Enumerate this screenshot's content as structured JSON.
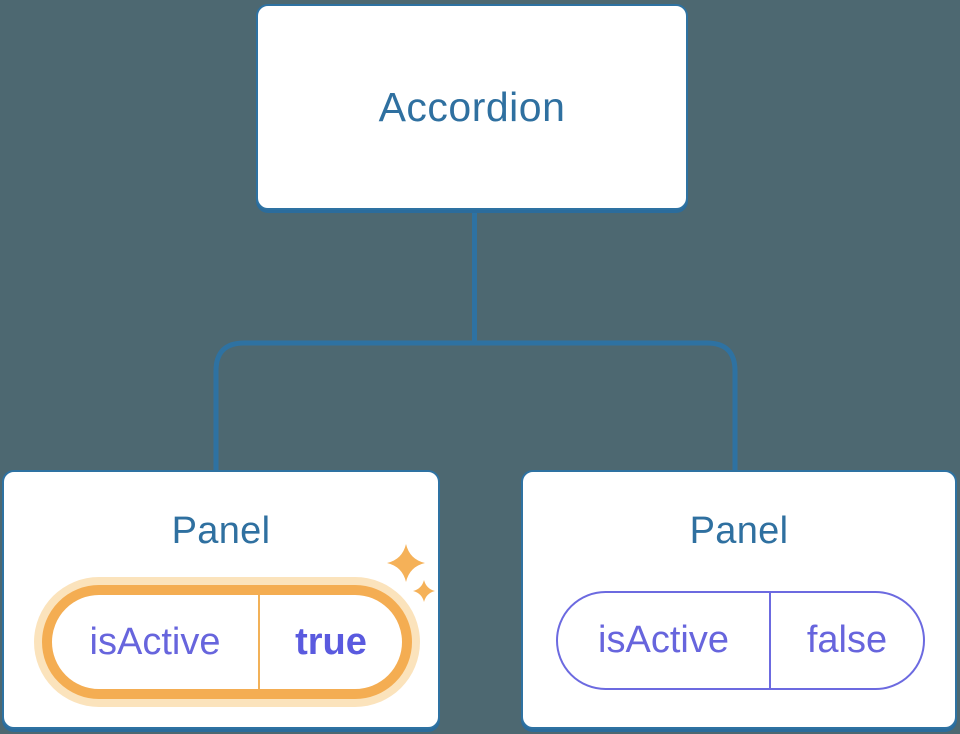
{
  "diagram": {
    "title_hint": "component tree with state",
    "background_color": "#4D6871",
    "root": {
      "label": "Accordion"
    },
    "panels": [
      {
        "label": "Panel",
        "state_key": "isActive",
        "state_value": "true",
        "active": true
      },
      {
        "label": "Panel",
        "state_key": "isActive",
        "state_value": "false",
        "active": false
      }
    ],
    "colors": {
      "background": "#4D6871",
      "node_fill": "#FFFFFF",
      "node_border": "#2E72A2",
      "node_label_text": "#2F70A0",
      "connector_line": "#2E72A2",
      "state_text": "#6765DD",
      "state_value_active_text": "#5A5ADF",
      "active_pill_border": "#F4AD52",
      "active_pill_glow": "#FBE3BC",
      "active_pill_divider": "#F2B158",
      "inactive_pill_border": "#6C6AE0",
      "sparkle": "#F5B158"
    },
    "icons": {
      "active_highlight": "sparkle-icon"
    }
  }
}
